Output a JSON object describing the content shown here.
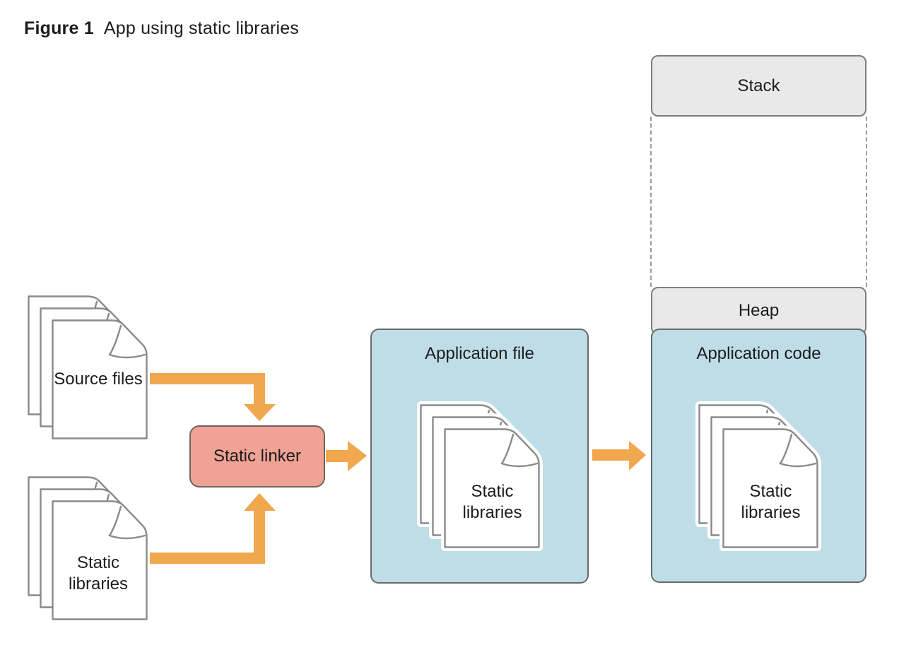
{
  "figure": {
    "label": "Figure 1",
    "caption": "App using static libraries"
  },
  "nodes": {
    "source_files": "Source files",
    "static_libraries_input": "Static libraries",
    "static_linker": "Static linker",
    "application_file": "Application file",
    "application_file_docs": "Static libraries",
    "stack": "Stack",
    "heap": "Heap",
    "application_code": "Application code",
    "application_code_docs": "Static libraries"
  },
  "flows": [
    {
      "from": "source_files",
      "to": "static_linker"
    },
    {
      "from": "static_libraries_input",
      "to": "static_linker"
    },
    {
      "from": "static_linker",
      "to": "application_file"
    },
    {
      "from": "application_file",
      "to": "application_code"
    }
  ],
  "colors": {
    "arrow_orange": "#f1a74e",
    "linker_pink": "#f0a294",
    "linker_border": "#6e645f",
    "memory_blue": "#bedde7",
    "memory_gray": "#e9e9e9",
    "doc_outline": "#8a8a8a",
    "text": "#1c1c1c"
  }
}
